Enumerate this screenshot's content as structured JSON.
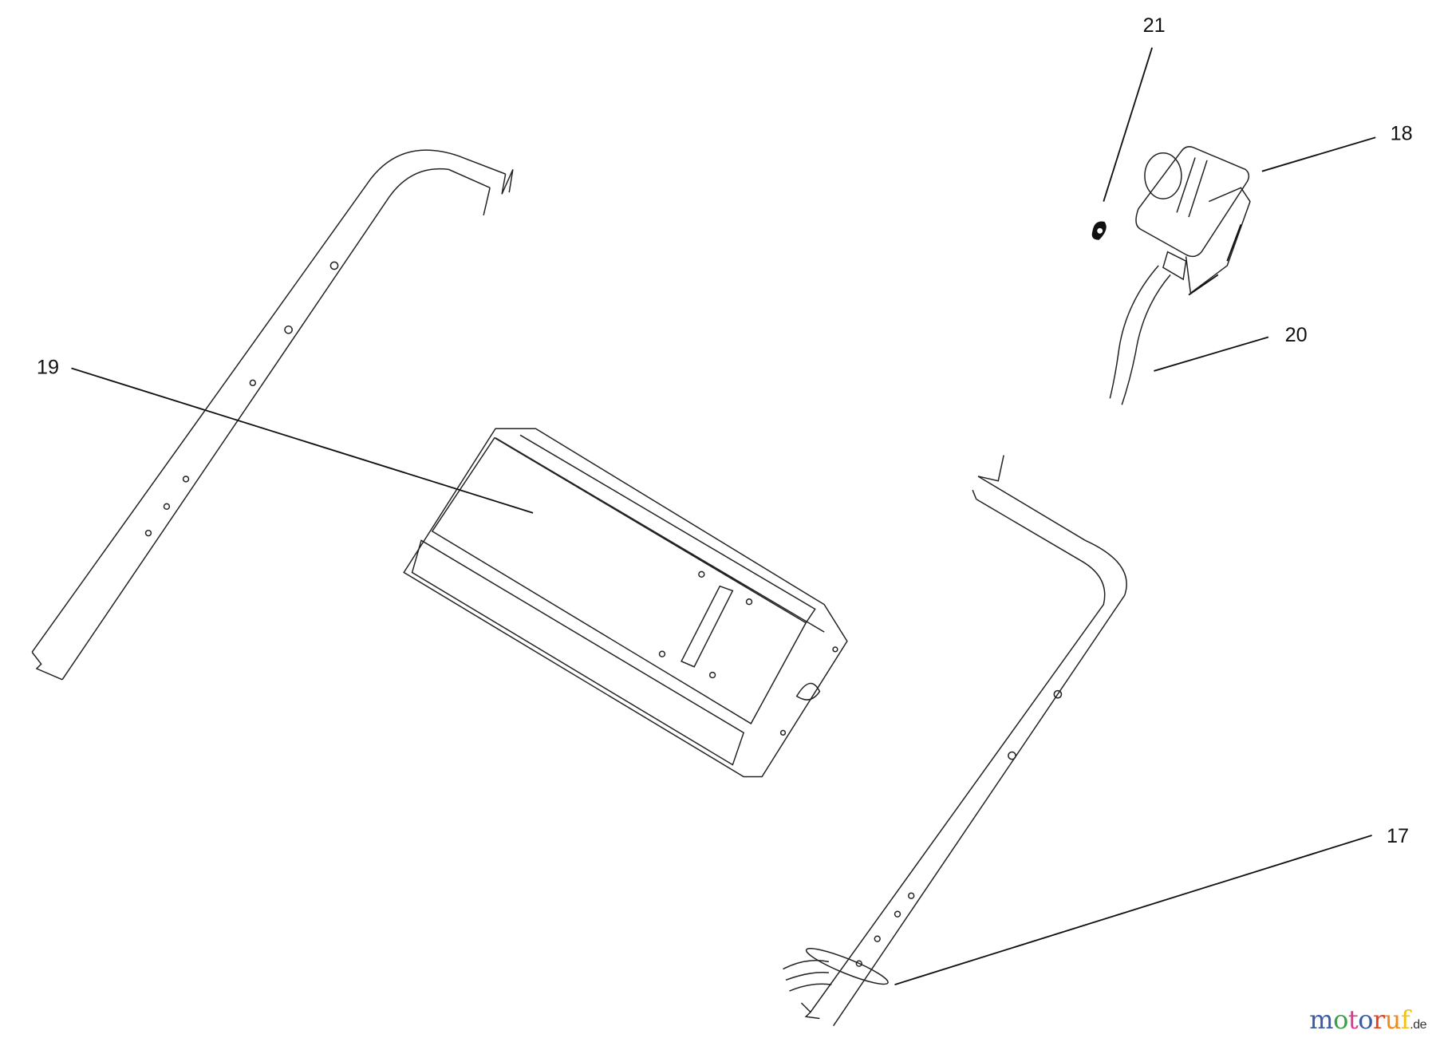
{
  "callouts": {
    "c17": "17",
    "c18": "18",
    "c19": "19",
    "c20": "20",
    "c21": "21"
  },
  "watermark": {
    "text": "motoruf",
    "tld": ".de",
    "colors": [
      "#3b5ba8",
      "#3aa048",
      "#d9398a",
      "#3b5ba8",
      "#e0452c",
      "#f08a1c",
      "#f2c21b"
    ]
  }
}
